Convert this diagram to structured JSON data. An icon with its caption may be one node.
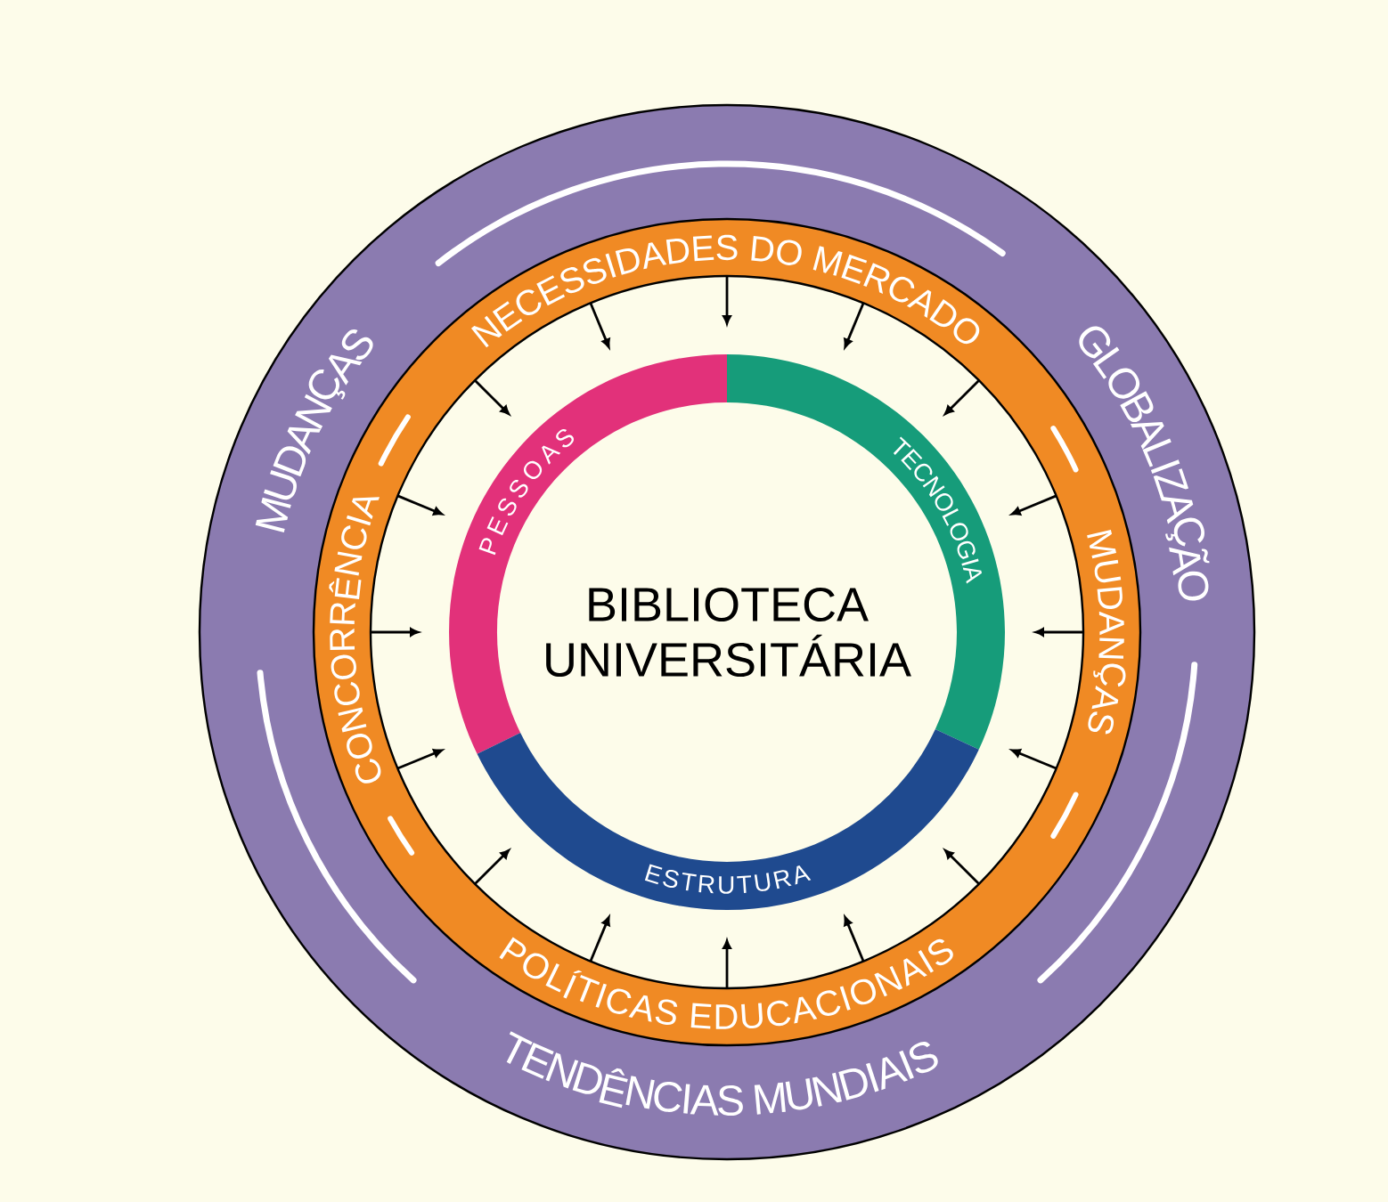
{
  "diagram": {
    "nodes": [
      {
        "text": [
          "MUDANÇAS",
          "GLOBALIZAÇÃO",
          "TENDÊNCIAS MUNDIAIS"
        ]
      },
      {
        "text": [
          "NECESSIDADES DO MERCADO",
          "MUDANÇAS",
          "POLÍTICAS EDUCACIONAIS",
          "CONCORRÊNCIA"
        ],
        "in": 0
      },
      {
        "text": [
          "PESSOAS"
        ],
        "in": 1
      },
      {
        "text": [
          "TECNOLOGIA"
        ],
        "in": 1
      },
      {
        "text": [
          "ESTRUTURA"
        ],
        "in": 1
      },
      {
        "text": [
          "BIBLIOTECA UNIVERSITÁRIA"
        ],
        "in": 1
      }
    ]
  }
}
